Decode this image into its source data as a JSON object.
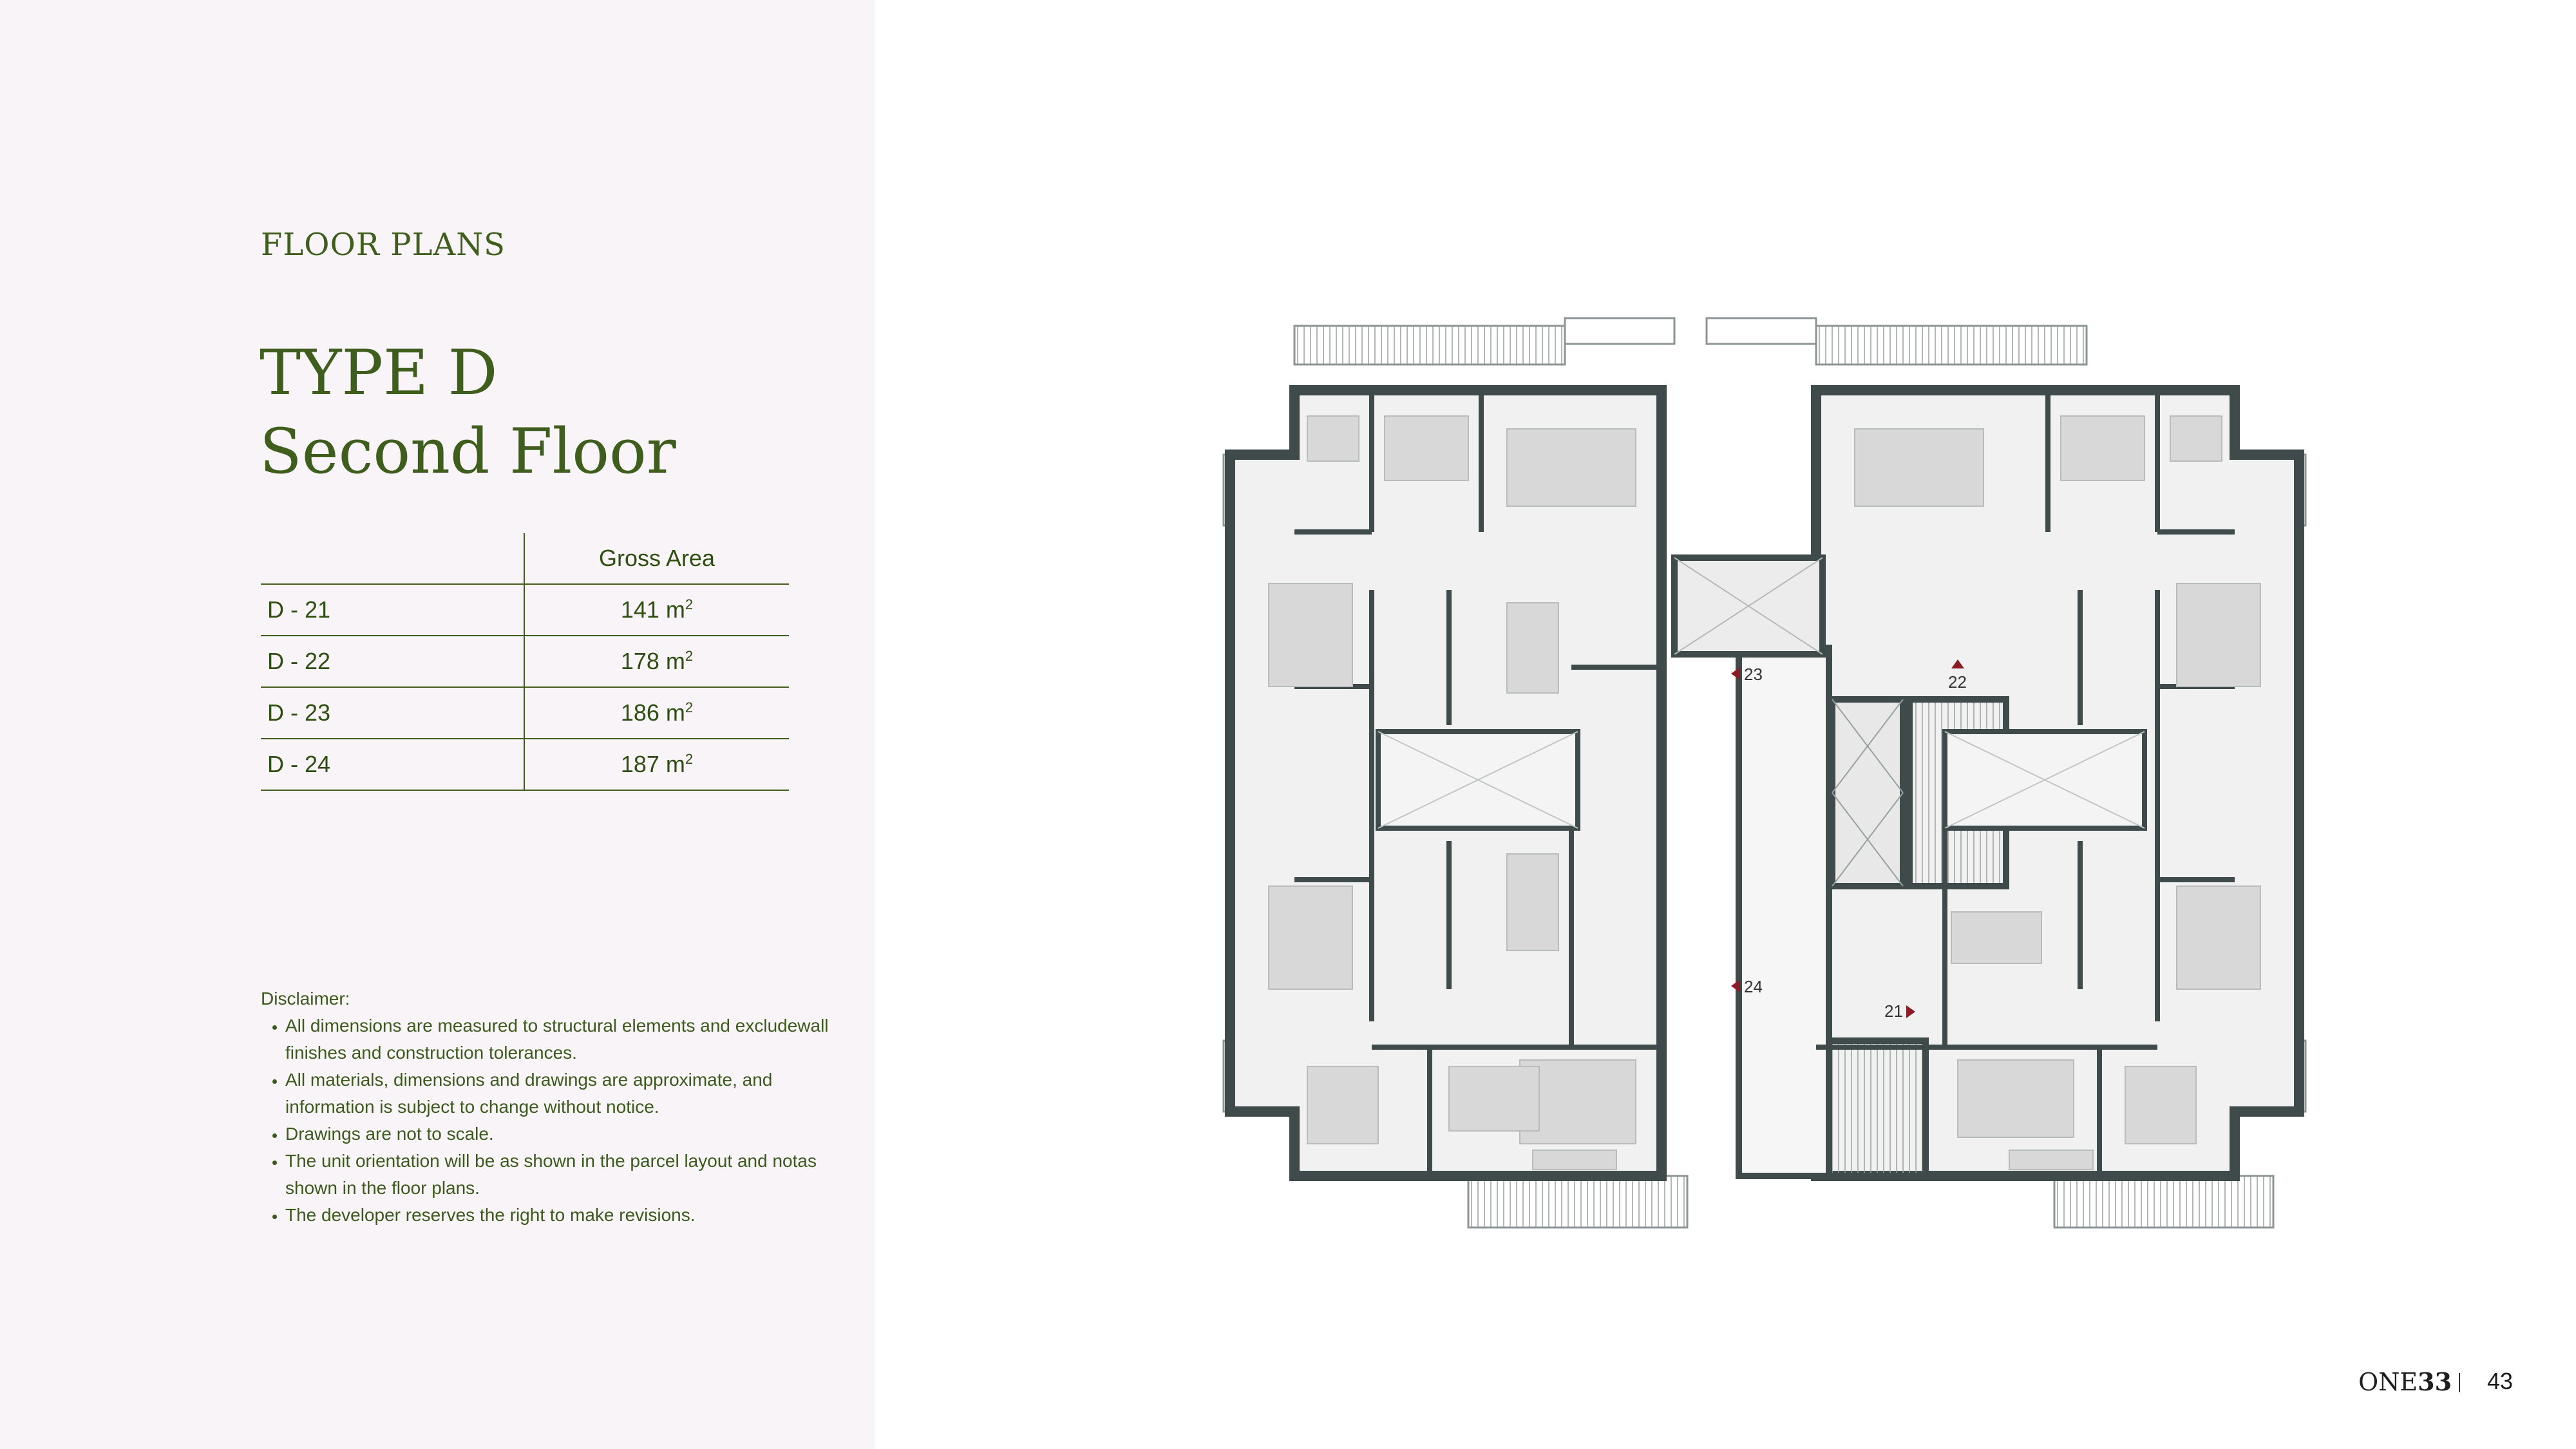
{
  "section_label": "FLOOR PLANS",
  "title": {
    "line1": "TYPE D",
    "line2": "Second Floor"
  },
  "area_table": {
    "header": "Gross Area",
    "unit_suffix": "m",
    "unit_exponent": "2",
    "rows": [
      {
        "unit": "D - 21",
        "area": "141"
      },
      {
        "unit": "D - 22",
        "area": "178"
      },
      {
        "unit": "D - 23",
        "area": "186"
      },
      {
        "unit": "D - 24",
        "area": "187"
      }
    ]
  },
  "disclaimer": {
    "heading": "Disclaimer:",
    "items": [
      "All dimensions are measured to structural elements and excludewall finishes and construction tolerances.",
      "All materials, dimensions and drawings are approximate, and information is subject to change without notice.",
      "Drawings are not to scale.",
      "The unit orientation will be as shown in the parcel layout and notas shown in the floor plans.",
      "The developer reserves the right to make revisions."
    ]
  },
  "plan_markers": [
    {
      "label": "23",
      "pointing": "left"
    },
    {
      "label": "22",
      "pointing": "up"
    },
    {
      "label": "24",
      "pointing": "left"
    },
    {
      "label": "21",
      "pointing": "right"
    }
  ],
  "footer": {
    "brand_prefix": "ONE",
    "brand_number": "33",
    "page_number": "43"
  },
  "colors": {
    "left_panel": "#f8f4f7",
    "text_green": "#3f5e1e",
    "wall": "#3f4a4a",
    "room_fill": "#f1f1f1",
    "furniture": "#d6d6d6",
    "marker_red": "#8b1b24"
  }
}
